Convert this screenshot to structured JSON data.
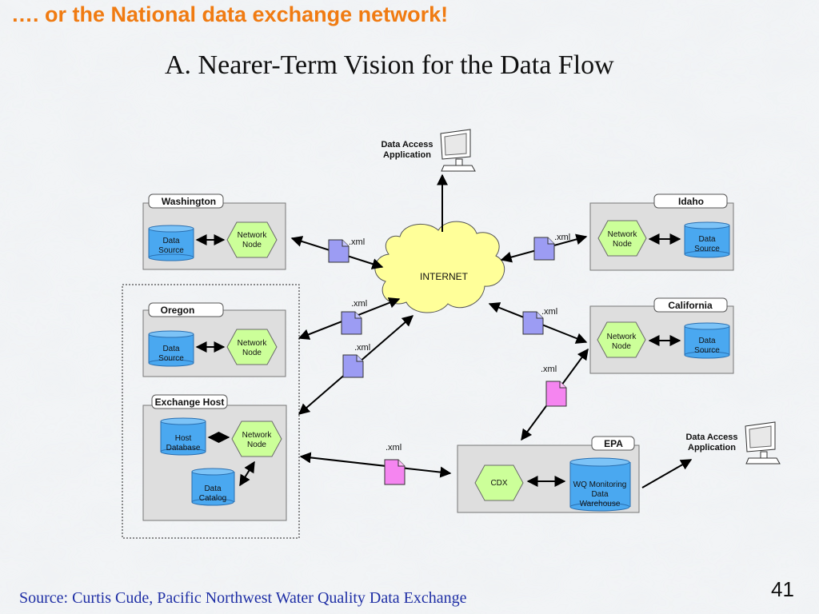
{
  "headline": "…. or the National data exchange network!",
  "subtitle": "A. Nearer-Term Vision for the Data Flow",
  "source": "Source: Curtis Cude, Pacific Northwest Water Quality Data Exchange",
  "page_number": "41",
  "colors": {
    "headline": "#f07b12",
    "source_text": "#1f2fa5",
    "network_node_fill": "#ccff99",
    "cylinder_fill": "#4aa8f0",
    "internet_cloud_fill": "#ffff99",
    "xml_doc_blue": "#9c9cf3",
    "xml_doc_pink": "#f585f0",
    "group_box_fill": "#dedede"
  },
  "diagram": {
    "internet": "INTERNET",
    "data_access_top": [
      "Data Access",
      "Application"
    ],
    "data_access_right": [
      "Data Access",
      "Application"
    ],
    "xml_label": ".xml",
    "groups": {
      "washington": {
        "title": "Washington",
        "source": [
          "Data",
          "Source"
        ],
        "node": [
          "Network",
          "Node"
        ]
      },
      "idaho": {
        "title": "Idaho",
        "source": [
          "Data",
          "Source"
        ],
        "node": [
          "Network",
          "Node"
        ]
      },
      "oregon": {
        "title": "Oregon",
        "source": [
          "Data",
          "Source"
        ],
        "node": [
          "Network",
          "Node"
        ]
      },
      "california": {
        "title": "California",
        "source": [
          "Data",
          "Source"
        ],
        "node": [
          "Network",
          "Node"
        ]
      },
      "exchange_host": {
        "title": "Exchange Host",
        "host_db": [
          "Host",
          "Database"
        ],
        "node": [
          "Network",
          "Node"
        ],
        "catalog": [
          "Data",
          "Catalog"
        ]
      },
      "epa": {
        "title": "EPA",
        "cdx": "CDX",
        "warehouse": [
          "WQ Monitoring",
          "Data",
          "Warehouse"
        ]
      }
    }
  }
}
